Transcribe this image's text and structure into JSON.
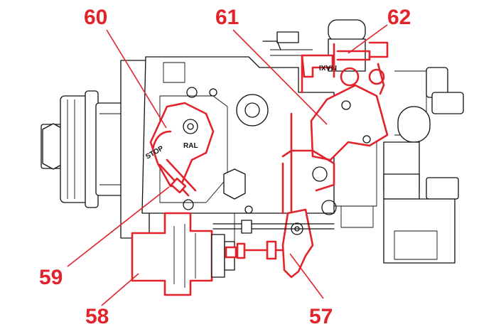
{
  "diagram": {
    "callouts": [
      {
        "id": "60",
        "text": "60"
      },
      {
        "id": "61",
        "text": "61"
      },
      {
        "id": "62",
        "text": "62"
      },
      {
        "id": "59",
        "text": "59"
      },
      {
        "id": "58",
        "text": "58"
      },
      {
        "id": "57",
        "text": "57"
      }
    ],
    "part_labels": {
      "stop": "STOP",
      "ral": "RAL",
      "maxi": "MAXI"
    },
    "colors": {
      "highlight": "#e3232b",
      "line": "#111111",
      "background": "#ffffff"
    }
  }
}
